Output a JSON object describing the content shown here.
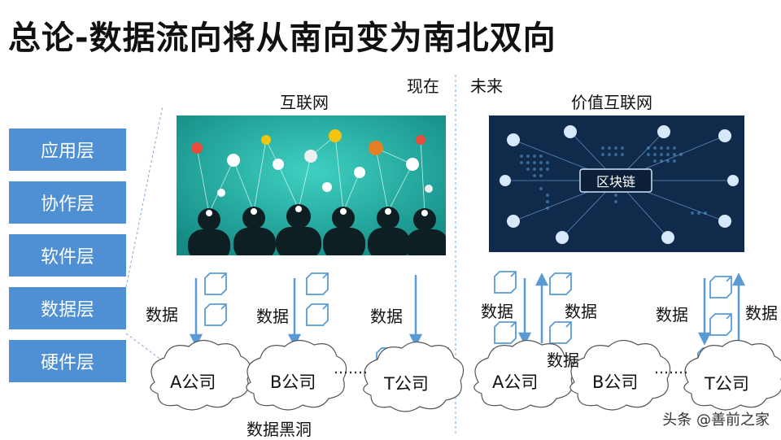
{
  "title": "总论-数据流向将从南向变为南北双向",
  "header": {
    "now": "现在",
    "future": "未来"
  },
  "left_panel": {
    "title": "互联网"
  },
  "right_panel": {
    "title": "价值互联网",
    "center_label": "区块链"
  },
  "layers": [
    "应用层",
    "协作层",
    "软件层",
    "数据层",
    "硬件层"
  ],
  "data_label": "数据",
  "companies_left": [
    "A公司",
    "B公司",
    "T公司"
  ],
  "companies_right": [
    "A公司",
    "B公司",
    "T公司"
  ],
  "black_hole_label": "数据黑洞",
  "watermark": "头条 @善前之家",
  "colors": {
    "layer_box": "#4f8fd3",
    "arrow": "#5b9bd5",
    "cube": "#5b9bd5",
    "divider": "#9dc3e6",
    "left_image_bg": "#1fa8a0",
    "right_image_bg": "#0f2a4a"
  }
}
